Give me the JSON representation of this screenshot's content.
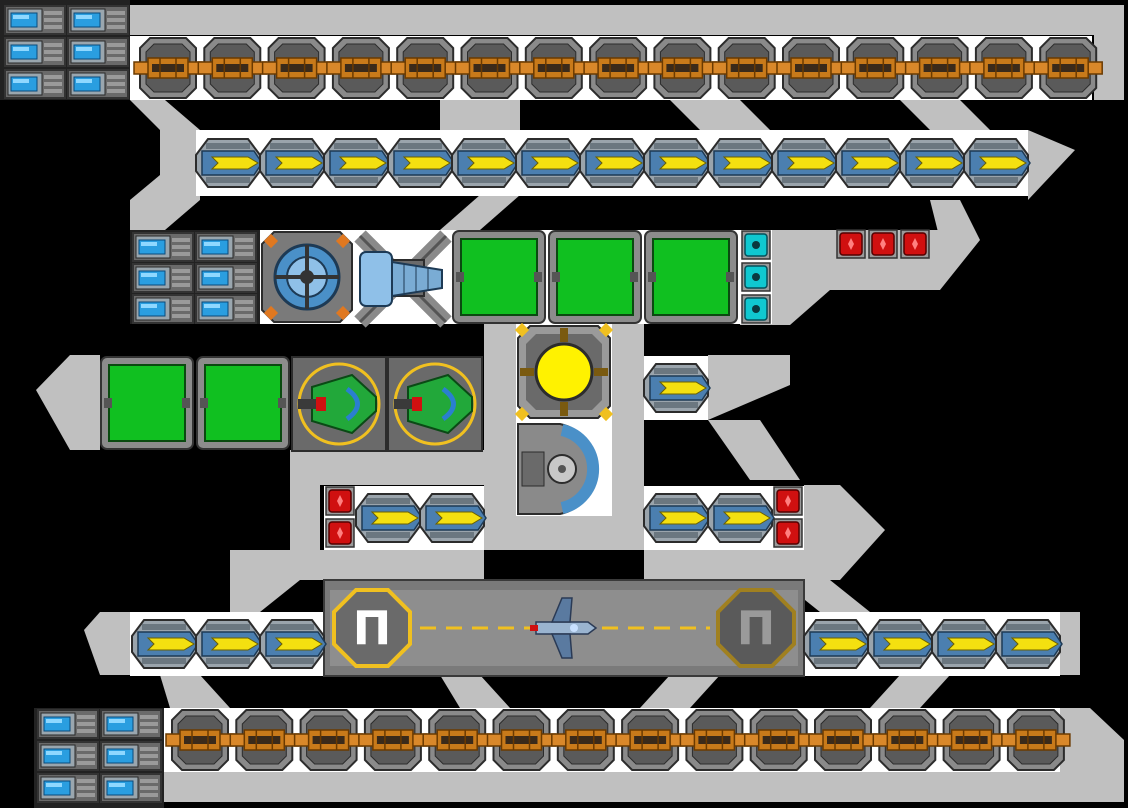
{
  "ship_layout": {
    "hull_color": "#c0c0c0",
    "frame_color": "#4a4a4a",
    "slot_color": "#ffffff",
    "module_groups": [
      {
        "name": "top-battery",
        "type": "battery",
        "count": 6
      },
      {
        "name": "top-cannon-row",
        "type": "cannon",
        "count": 15
      },
      {
        "name": "upper-missile-row",
        "type": "missile-launcher",
        "count": 13
      },
      {
        "name": "left-battery",
        "type": "battery",
        "count": 6
      },
      {
        "name": "shield-generator",
        "type": "shield-generator",
        "count": 1
      },
      {
        "name": "drill",
        "type": "drill",
        "count": 1
      },
      {
        "name": "upper-cargo",
        "type": "cargo-container",
        "count": 3
      },
      {
        "name": "cyan-sensors",
        "type": "sensor",
        "count": 3
      },
      {
        "name": "upper-red-armor",
        "type": "armor-block",
        "count": 3
      },
      {
        "name": "mid-cargo",
        "type": "cargo-container",
        "count": 2
      },
      {
        "name": "fighter-drones",
        "type": "fighter-drone",
        "count": 2
      },
      {
        "name": "reactor",
        "type": "reactor",
        "count": 1
      },
      {
        "name": "mid-missile",
        "type": "missile-launcher",
        "count": 1
      },
      {
        "name": "cockpit",
        "type": "cockpit",
        "count": 1
      },
      {
        "name": "lower-left-red-armor",
        "type": "armor-block",
        "count": 2
      },
      {
        "name": "lower-left-missiles",
        "type": "missile-launcher",
        "count": 2
      },
      {
        "name": "lower-right-missiles",
        "type": "missile-launcher",
        "count": 2
      },
      {
        "name": "lower-right-red-armor",
        "type": "armor-block",
        "count": 2
      },
      {
        "name": "hangar",
        "type": "hangar-bay",
        "count": 1
      },
      {
        "name": "hangar-left-missiles",
        "type": "missile-launcher",
        "count": 3
      },
      {
        "name": "hangar-right-missiles",
        "type": "missile-launcher",
        "count": 4
      },
      {
        "name": "bottom-battery",
        "type": "battery",
        "count": 6
      },
      {
        "name": "bottom-cannon-row",
        "type": "cannon",
        "count": 14
      }
    ],
    "hangar": {
      "pad_symbol": "Π",
      "pad_active_color": "#f0c020",
      "pad_inactive_color": "#a08020",
      "docked_craft_icon": "fighter-ship-icon"
    }
  }
}
